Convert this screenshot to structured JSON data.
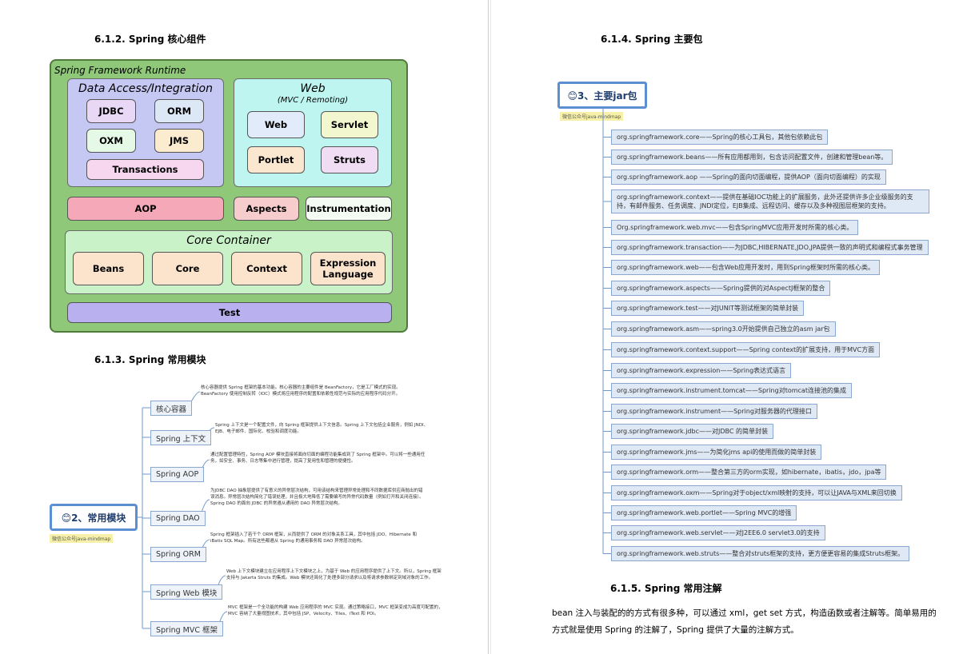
{
  "left": {
    "heading1": "6.1.2.  Spring 核心组件",
    "heading2": "6.1.3.  Spring 常用模块",
    "runtime": {
      "title": "Spring Framework Runtime",
      "data_access": {
        "title": "Data Access/Integration",
        "jdbc": "JDBC",
        "orm": "ORM",
        "oxm": "OXM",
        "jms": "JMS",
        "transactions": "Transactions"
      },
      "web": {
        "title": "Web",
        "subtitle": "(MVC / Remoting)",
        "web": "Web",
        "servlet": "Servlet",
        "portlet": "Portlet",
        "struts": "Struts"
      },
      "aop": "AOP",
      "aspects": "Aspects",
      "instrumentation": "Instrumentation",
      "core": {
        "title": "Core Container",
        "beans": "Beans",
        "core": "Core",
        "context": "Context",
        "expression": "Expression Language"
      },
      "test": "Test"
    },
    "mindmap": {
      "root": "😊2、常用模块",
      "tag": "微信公众号java-mindmap",
      "nodes": [
        {
          "label": "核心容器",
          "desc": "核心容器提供 Spring 框架的基本功能。核心容器的主要组件是 BeanFactory，它是工厂模式的实现。BeanFactory 使用控制反转（IOC）模式将应用程序的配置和依赖性规范与实际的应用程序代码分开。"
        },
        {
          "label": "Spring 上下文",
          "desc": "Spring 上下文是一个配置文件，向 Spring 框架提供上下文信息。Spring 上下文包括企业服务，例如 JNDI、EJB、电子邮件、国际化、校验和调度功能。"
        },
        {
          "label": "Spring AOP",
          "desc": "通过配置管理特性，Spring AOP 模块直接将面向切面的编程功能集成到了 Spring 框架中。可以将一些通用任务，如安全、事务、日志等集中进行管理，提高了复用性和管理的便捷性。"
        },
        {
          "label": "Spring DAO",
          "desc": "为JDBC DAO 抽象层提供了有意义的异常层次结构，可用该结构来管理异常处理和不同数据库供应商抛出的错误消息。异常层次结构简化了错误处理，并且极大地降低了需要编写的异常代码数量（例如打开和关闭连接）。Spring DAO 的面向 JDBC 的异常遵从通用的 DAO 异常层次结构。"
        },
        {
          "label": "Spring ORM",
          "desc": "Spring 框架插入了若干个 ORM 框架，从而提供了 ORM 的对象关系工具，其中包括 JDO、Hibernate 和 iBatis SQL Map。所有这些都遵从 Spring 的通用事务和 DAO 异常层次结构。"
        },
        {
          "label": "Spring Web 模块",
          "desc": "Web 上下文模块建立在应用程序上下文模块之上，为基于 Web 的应用程序提供了上下文。所以，Spring 框架支持与 Jakarta Struts 的集成。Web 模块还简化了处理多部分请求以及将请求参数绑定到域对象的工作。"
        },
        {
          "label": "Spring MVC 框架",
          "desc": "MVC 框架是一个全功能的构建 Web 应用程序的 MVC 实现。通过策略接口，MVC 框架变成为高度可配置的，MVC 容纳了大量视图技术，其中包括 JSP、Velocity、Tiles、iText 和 POI。"
        }
      ]
    }
  },
  "right": {
    "heading1": "6.1.4.  Spring 主要包",
    "heading2": "6.1.5.  Spring 常用注解",
    "mindmap": {
      "root": "😊3、主要jar包",
      "tag": "微信公众号java-mindmap",
      "nodes": [
        "org.springframework.core——Spring的核心工具包，其他包依赖此包",
        "org.springframework.beans——所有应用都用到，包含访问配置文件，创建和管理bean等。",
        "org.springframework.aop ——Spring的面向切面编程，提供AOP（面向切面编程）的实现",
        "org.springframework.context——提供在基础IOC功能上的扩展服务，此外还提供许多企业级服务的支持，有邮件服务、任务调度、JNDI定位，EJB集成、远程访问、缓存以及多种视图层框架的支持。",
        "Org.springframework.web.mvc——包含SpringMVC应用开发时所需的核心类。",
        "org.springframework.transaction——为JDBC,HIBERNATE,JDO,JPA提供一致的声明式和编程式事务管理",
        "org.springframework.web——包含Web应用开发时，用到Spring框架时所需的核心类。",
        "org.springframework.aspects——Spring提供的对AspectJ框架的整合",
        "org.springframework.test——对JUNIT等测试框架的简单封装",
        "org.springframework.asm——spring3.0开始提供自己独立的asm jar包",
        "org.springframework.context.support——Spring context的扩展支持，用于MVC方面",
        "org.springframework.expression——Spring表达式语言",
        "org.springframework.instrument.tomcat——Spring对tomcat连接池的集成",
        "org.springframework.instrument——Spring对服务器的代理接口",
        "org.springframework.jdbc——对JDBC 的简单封装",
        "org.springframework.jms——为简化jms api的使用而做的简单封装",
        "org.springframework.orm——整合第三方的orm实现，如hibernate，ibatis，jdo，jpa等",
        "org.springframework.oxm——Spring对于object/xml映射的支持，可以让JAVA与XML来回切换",
        "org.springframework.web.portlet——Spring MVC的增强",
        "org.springframework.web.servlet——对J2EE6.0 servlet3.0的支持",
        "org.springframework.web.struts——整合对struts框架的支持，更方便更容易的集成Struts框架。"
      ]
    },
    "paragraph": "bean 注入与装配的的方式有很多种，可以通过 xml，get set 方式，构造函数或者注解等。简单易用的方式就是使用 Spring 的注解了，Spring 提供了大量的注解方式。"
  }
}
